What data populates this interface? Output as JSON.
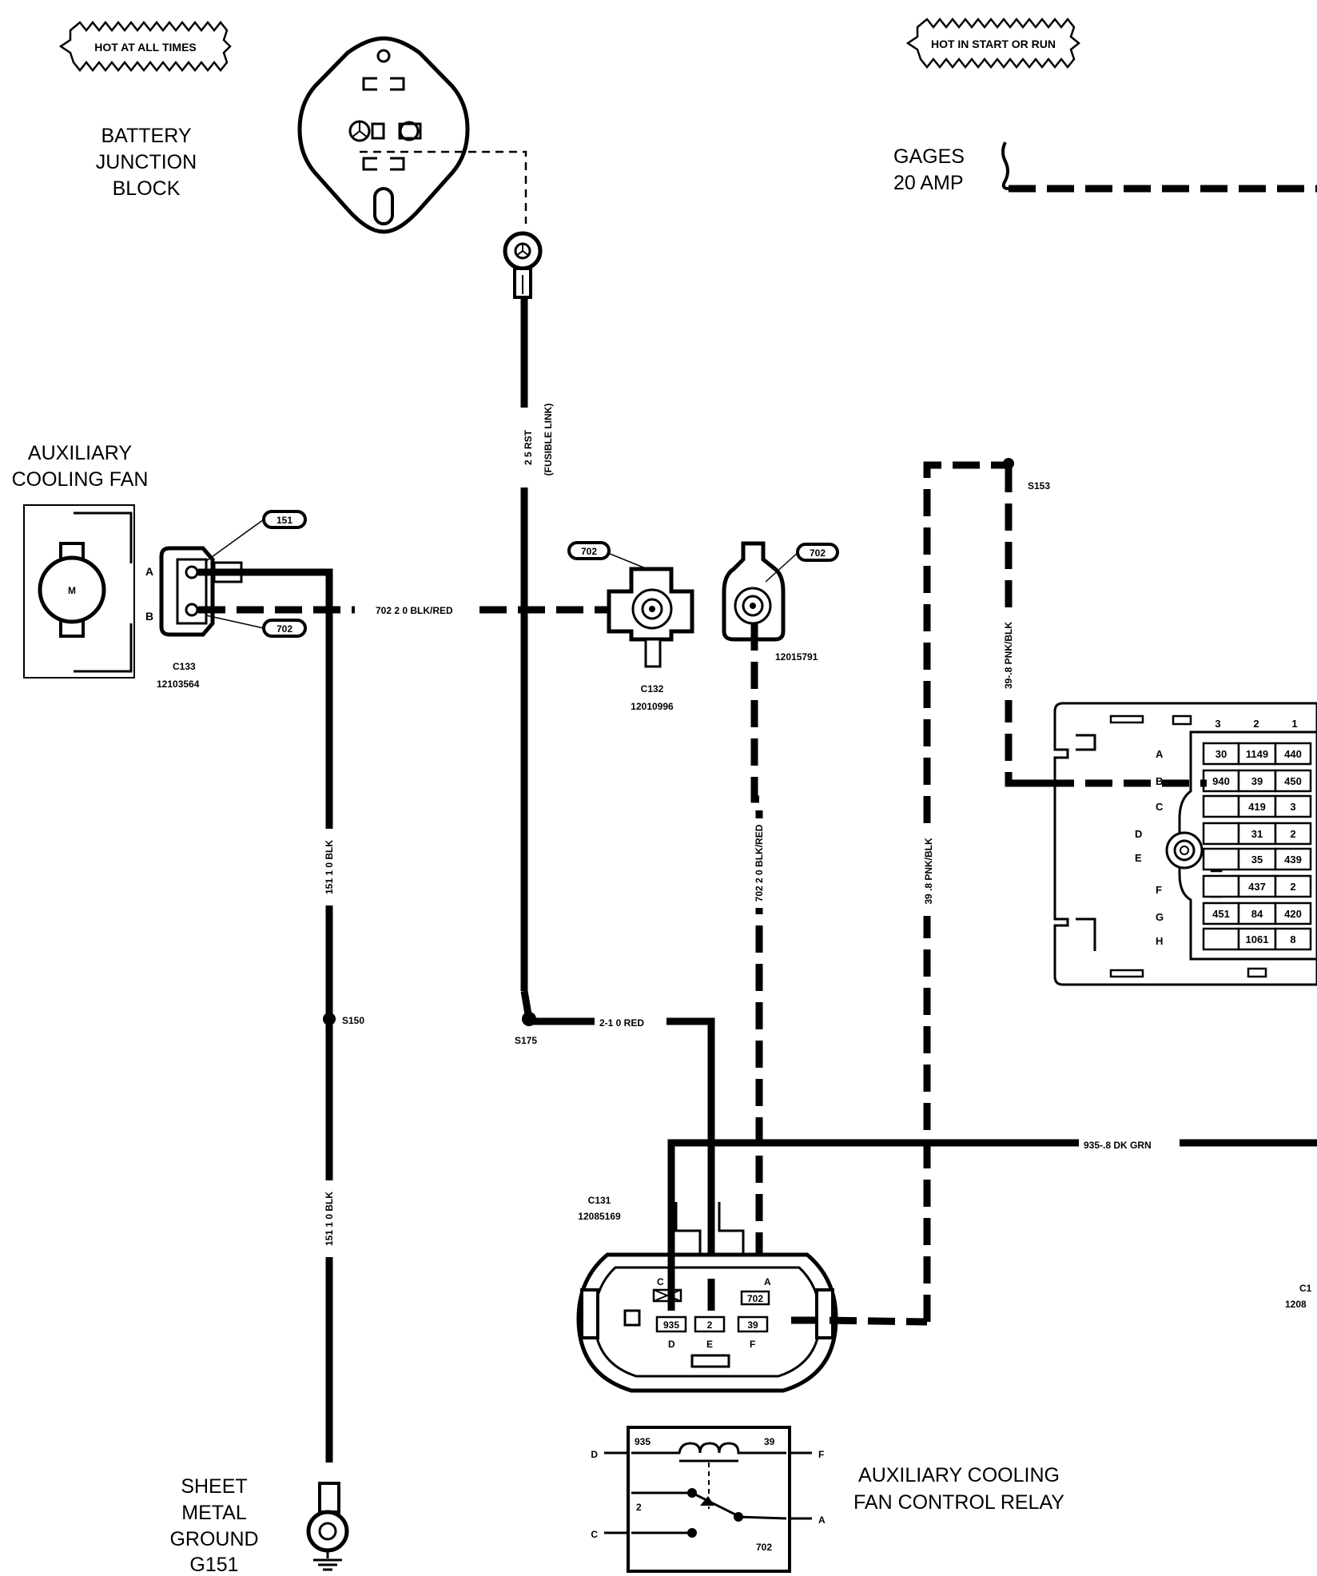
{
  "labels": {
    "hot_all_times": "HOT AT ALL TIMES",
    "hot_start_run": "HOT IN START OR RUN",
    "battery_junction": [
      "BATTERY",
      "JUNCTION",
      "BLOCK"
    ],
    "gages_fuse": [
      "GAGES",
      "20 AMP"
    ],
    "aux_fan": [
      "AUXILIARY",
      "COOLING FAN"
    ],
    "ground": [
      "SHEET",
      "METAL",
      "GROUND",
      "G151"
    ],
    "relay": [
      "AUXILIARY COOLING",
      "FAN CONTROL RELAY"
    ]
  },
  "wires": {
    "fusible": "2 5 RST",
    "fusible_note": "(FUSIBLE LINK)",
    "blk_red_h": "702 2 0 BLK/RED",
    "blk_red_v": "702 2 0 BLK/RED",
    "blk_upper": "151 1 0 BLK",
    "blk_lower": "151 1 0 BLK",
    "red": "2-1 0 RED",
    "pnk_blk_upper": "39-.8 PNK/BLK",
    "pnk_blk_lower": "39 .8 PNK/BLK",
    "dk_grn": "935-.8 DK GRN"
  },
  "splices": {
    "s150": "S150",
    "s175": "S175",
    "s153": "S153"
  },
  "connectors": {
    "c133": [
      "C133",
      "12103564"
    ],
    "c133_pins": [
      "A",
      "B"
    ],
    "c133_callouts": [
      "151",
      "702"
    ],
    "c132": [
      "C132",
      "12010996"
    ],
    "c132_callout": "702",
    "c_12015791": "12015791",
    "c_12015791_callout": "702",
    "c131": [
      "C131",
      "12085169"
    ],
    "c131_pins": [
      {
        "letter": "C",
        "circuit": ""
      },
      {
        "letter": "A",
        "circuit": "702"
      },
      {
        "letter": "D",
        "circuit": "935"
      },
      {
        "letter": "E",
        "circuit": "2"
      },
      {
        "letter": "F",
        "circuit": "39"
      }
    ],
    "c_right_edge": [
      "C1",
      "1208"
    ]
  },
  "motor_label": "M",
  "fuse_block": {
    "col_headers": [
      "3",
      "2",
      "1"
    ],
    "row_letters": [
      "A",
      "B",
      "C",
      "D",
      "E",
      "F",
      "G",
      "H"
    ],
    "rows": [
      [
        "30",
        "1149",
        "440"
      ],
      [
        "940",
        "39",
        "450"
      ],
      [
        "",
        "419",
        "3"
      ],
      [
        "",
        "31",
        "2"
      ],
      [
        "",
        "35",
        "439"
      ],
      [
        "",
        "437",
        "2"
      ],
      [
        "451",
        "84",
        "420"
      ],
      [
        "",
        "1061",
        "8"
      ]
    ]
  },
  "relay_pins": {
    "d": "D",
    "f": "F",
    "c": "C",
    "a": "A",
    "n935": "935",
    "n39": "39",
    "n2": "2",
    "n702": "702"
  }
}
